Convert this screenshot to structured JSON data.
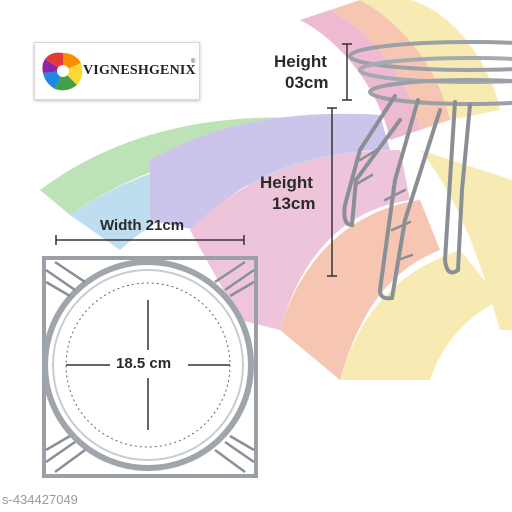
{
  "brand": {
    "name": "VIGNESHGENIX",
    "mark": "®",
    "logo_icon": "rainbow-swirl-logo-icon"
  },
  "dimensions": {
    "top_height": {
      "title": "Height",
      "value": "03cm"
    },
    "leg_height": {
      "title": "Height",
      "value": "13cm"
    },
    "width": {
      "label": "Width 21cm"
    },
    "diameter": {
      "label": "18.5 cm"
    }
  },
  "sku": "s-434427049",
  "colors": {
    "rainbow": [
      "#7ec86a",
      "#8fc8e8",
      "#b7a6e0",
      "#e9a4c8",
      "#f2a88a",
      "#f6e08a"
    ],
    "steel": "#8a8f96",
    "text": "#2a2a2a"
  }
}
